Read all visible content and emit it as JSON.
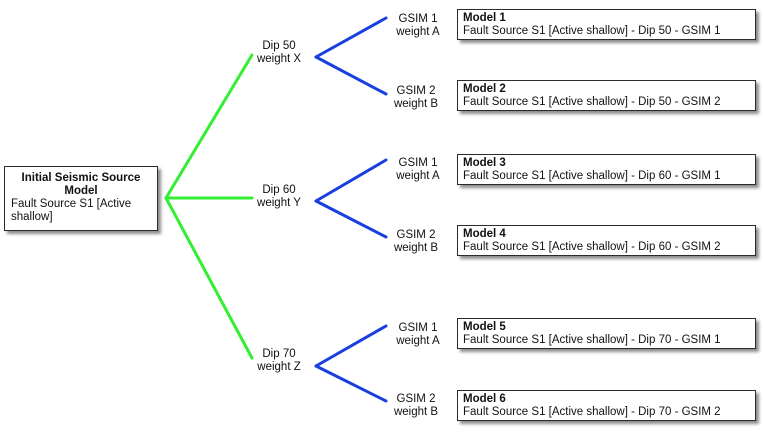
{
  "root": {
    "title": "Initial Seismic Source Model",
    "description": "Fault Source S1 [Active shallow]"
  },
  "dips": [
    {
      "name": "Dip 50",
      "weight": "weight X"
    },
    {
      "name": "Dip 60",
      "weight": "weight Y"
    },
    {
      "name": "Dip 70",
      "weight": "weight Z"
    }
  ],
  "gsims": [
    {
      "name": "GSIM 1",
      "weight": "weight A"
    },
    {
      "name": "GSIM 2",
      "weight": "weight B"
    },
    {
      "name": "GSIM 1",
      "weight": "weight A"
    },
    {
      "name": "GSIM 2",
      "weight": "weight B"
    },
    {
      "name": "GSIM 1",
      "weight": "weight A"
    },
    {
      "name": "GSIM 2",
      "weight": "weight B"
    }
  ],
  "models": [
    {
      "title": "Model 1",
      "description": "Fault Source S1 [Active shallow] - Dip 50 - GSIM 1"
    },
    {
      "title": "Model 2",
      "description": "Fault Source S1 [Active shallow] - Dip 50 - GSIM 2"
    },
    {
      "title": "Model 3",
      "description": "Fault Source S1 [Active shallow] - Dip 60 - GSIM 1"
    },
    {
      "title": "Model 4",
      "description": "Fault Source S1 [Active shallow] - Dip 60 - GSIM 2"
    },
    {
      "title": "Model 5",
      "description": "Fault Source S1 [Active shallow] - Dip 70 - GSIM 1"
    },
    {
      "title": "Model 6",
      "description": "Fault Source S1 [Active shallow] - Dip 70 - GSIM 2"
    }
  ],
  "colors": {
    "dip_branch": "#33ee33",
    "gsim_branch": "#1a3fe0"
  }
}
